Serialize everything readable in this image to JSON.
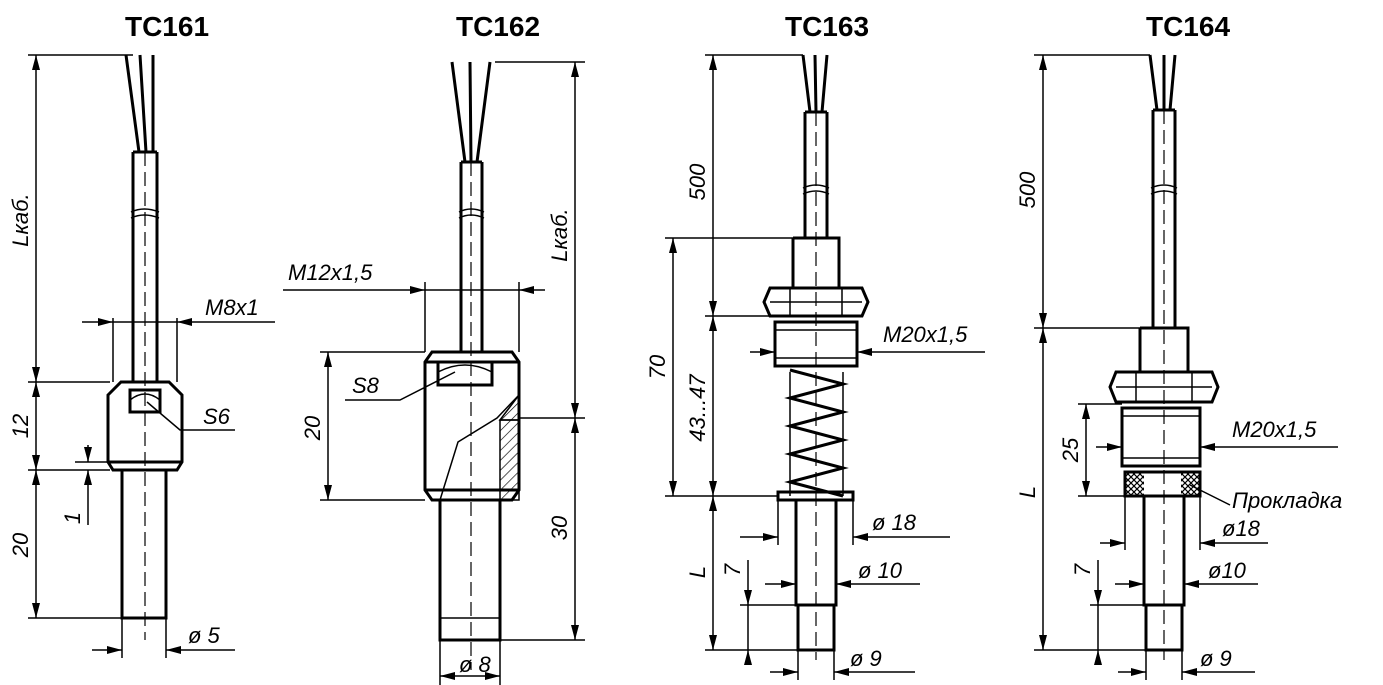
{
  "titles": {
    "tc161": "ТС161",
    "tc162": "ТС162",
    "tc163": "ТС163",
    "tc164": "ТС164"
  },
  "tc161": {
    "cable_length": "Lкаб.",
    "thread": "M8x1",
    "wrench": "S6",
    "head_height": "12",
    "gap": "1",
    "probe_length": "20",
    "probe_diameter": "ø 5"
  },
  "tc162": {
    "thread": "M12x1,5",
    "cable_length": "Lкаб.",
    "wrench": "S8",
    "head_height": "20",
    "probe_length": "30",
    "probe_diameter": "ø 8"
  },
  "tc163": {
    "cable_length": "500",
    "overall": "70",
    "spring_range": "43...47",
    "thread": "M20x1,5",
    "flange_diameter": "ø 18",
    "tube_diameter": "ø 10",
    "tip_length": "7",
    "probe_length": "L",
    "tip_diameter": "ø 9"
  },
  "tc164": {
    "cable_length": "500",
    "thread": "M20x1,5",
    "thread_height": "25",
    "probe_length": "L",
    "gasket": "Прокладка",
    "flange_diameter": "ø18",
    "tube_diameter": "ø10",
    "tip_length": "7",
    "tip_diameter": "ø 9"
  }
}
